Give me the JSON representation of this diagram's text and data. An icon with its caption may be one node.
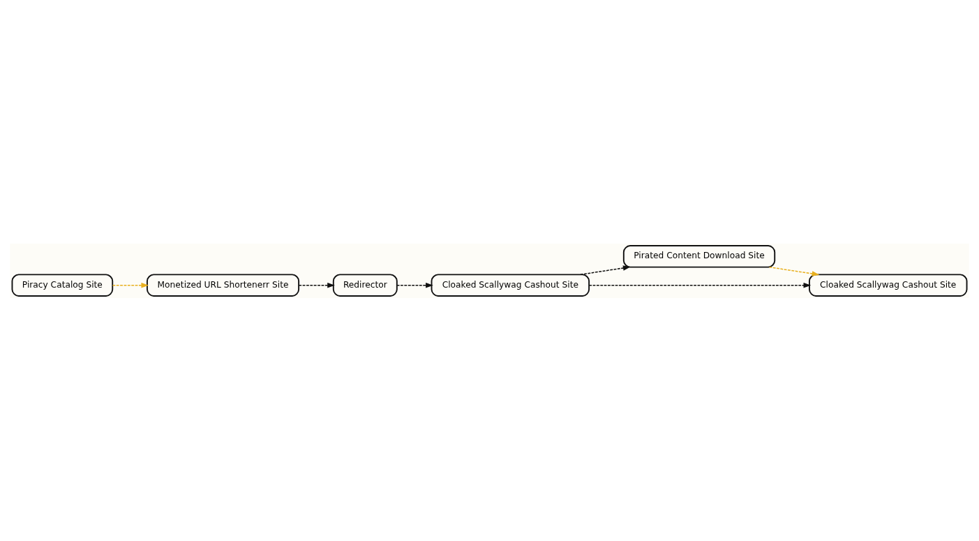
{
  "diagram": {
    "nodes": [
      {
        "text": [
          "Piracy Catalog Site"
        ]
      },
      {
        "text": [
          "Monetized URL Shortenerr Site"
        ]
      },
      {
        "text": [
          "Redirector"
        ]
      },
      {
        "text": [
          "Cloaked Scallywag Cashout Site"
        ]
      },
      {
        "text": [
          "Pirated Content Download Site"
        ]
      },
      {
        "text": [
          "Cloaked Scallywag Cashout Site"
        ]
      }
    ],
    "edges": [
      {
        "from": 0,
        "to": 1,
        "arrow": "to",
        "style": "dashed",
        "color": "#e8b020"
      },
      {
        "from": 1,
        "to": 2,
        "arrow": "to",
        "style": "dashed"
      },
      {
        "from": 2,
        "to": 3,
        "arrow": "to",
        "style": "dashed"
      },
      {
        "from": 3,
        "to": 4,
        "arrow": "to",
        "style": "dashed"
      },
      {
        "from": 3,
        "to": 5,
        "arrow": "to",
        "style": "dashed"
      },
      {
        "from": 4,
        "to": 5,
        "arrow": "to",
        "style": "dashed",
        "color": "#e8b020"
      }
    ]
  }
}
